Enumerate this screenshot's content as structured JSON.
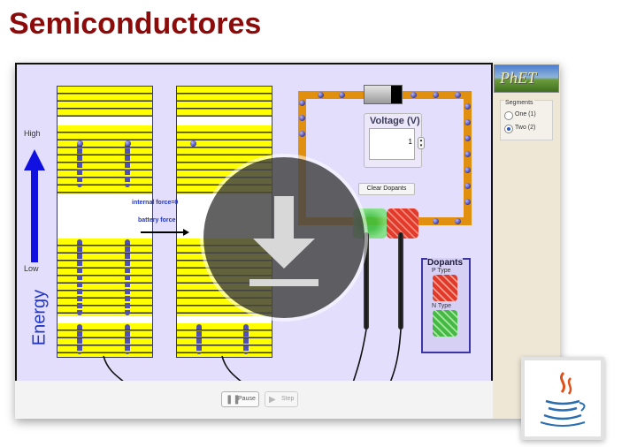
{
  "page": {
    "title": "Semiconductores"
  },
  "simulation": {
    "energy_axis": {
      "high_label": "High",
      "low_label": "Low",
      "axis_label": "Energy"
    },
    "forces": {
      "internal_label": "internal force=0",
      "battery_label": "battery force"
    },
    "voltage": {
      "label": "Voltage (V)",
      "value": "1"
    },
    "clear_dopants_label": "Clear Dopants",
    "dopants_panel": {
      "title": "Dopants",
      "p_type_label": "P Type",
      "n_type_label": "N Type"
    },
    "controls": {
      "pause_label": "Pause",
      "step_label": "Step"
    }
  },
  "side_panel": {
    "logo_text": "PhET",
    "segments": {
      "legend": "Segments",
      "options": [
        {
          "label": "One (1)",
          "selected": false
        },
        {
          "label": "Two (2)",
          "selected": true
        }
      ]
    }
  },
  "overlay": {
    "icon": "download-icon"
  },
  "badge": {
    "icon": "java-icon"
  },
  "colors": {
    "title": "#8b0b0b",
    "band": "#ffff00",
    "wire": "#e18f0e",
    "energy_arrow": "#1010e0",
    "canvas_bg": "#e3defc"
  }
}
